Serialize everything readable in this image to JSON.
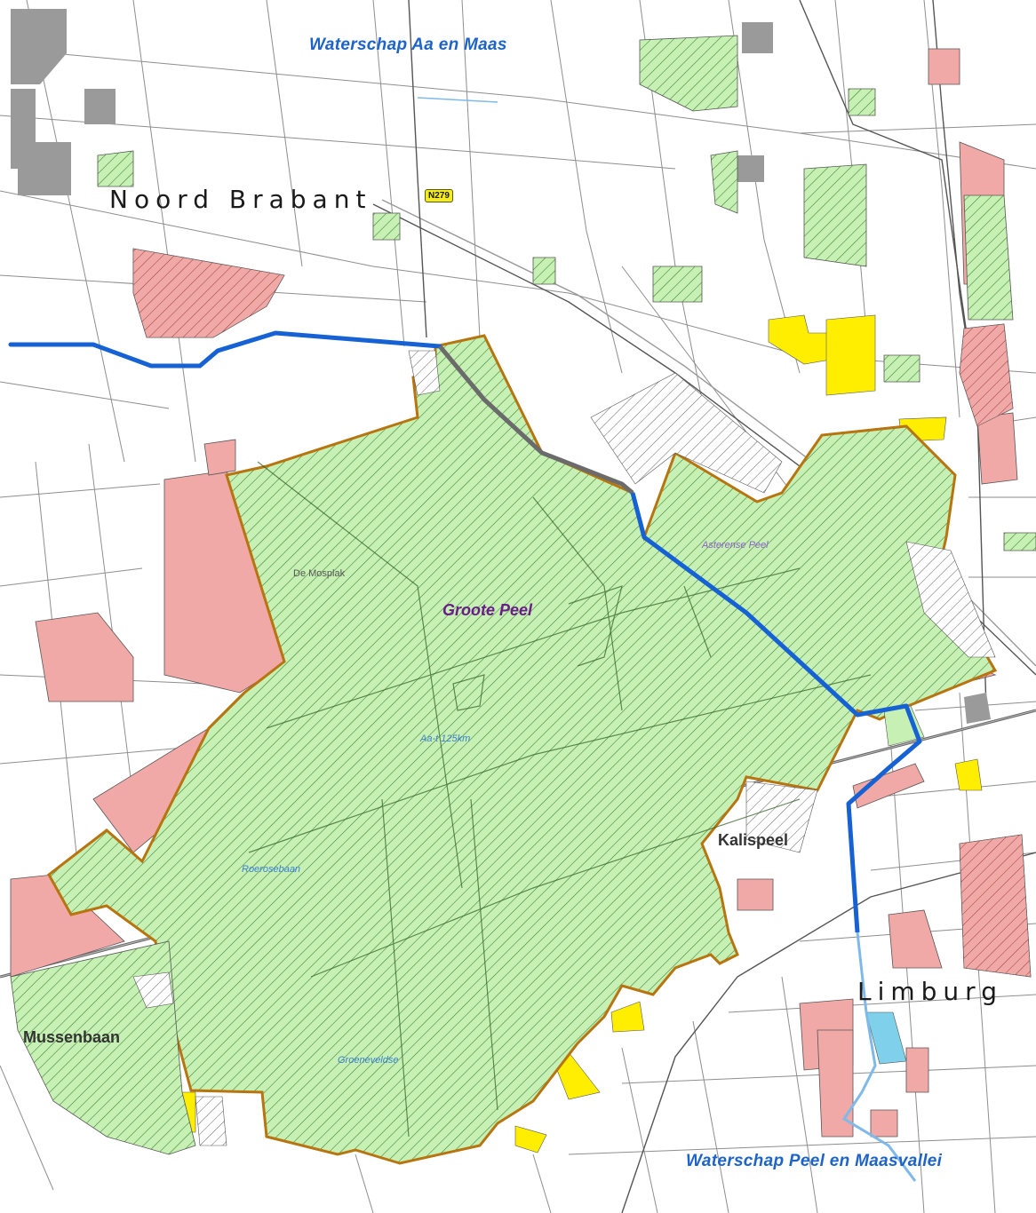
{
  "labels": {
    "waterschap_north": "Waterschap Aa en Maas",
    "waterschap_south": "Waterschap Peel en Maasvallei",
    "province_north": "Noord Brabant",
    "province_south": "Limburg",
    "groote_peel": "Groote Peel",
    "kalispeel": "Kalispeel",
    "mussenbaan": "Mussenbaan",
    "de_mosplak": "De Mosplak",
    "asterense_peel": "Asterense Peel",
    "road_shield": "N279",
    "water_1": "Aa-t 125km",
    "water_2": "Roerosebaan",
    "water_3": "Groeneveldse"
  },
  "colors": {
    "nature": "#c6f0b4",
    "hatch": "#3a7a2a",
    "boundary": "#b8740f",
    "agri_pink": "#f0a9a6",
    "yellow": "#ffee00",
    "water_blue": "#1662d4",
    "province_text": "#1a1a1a",
    "waterschap_text": "#1e64c8",
    "groote_peel_text": "#6a1c8a",
    "built": "#9a9a9a",
    "light_blue": "#7fd0ea"
  }
}
